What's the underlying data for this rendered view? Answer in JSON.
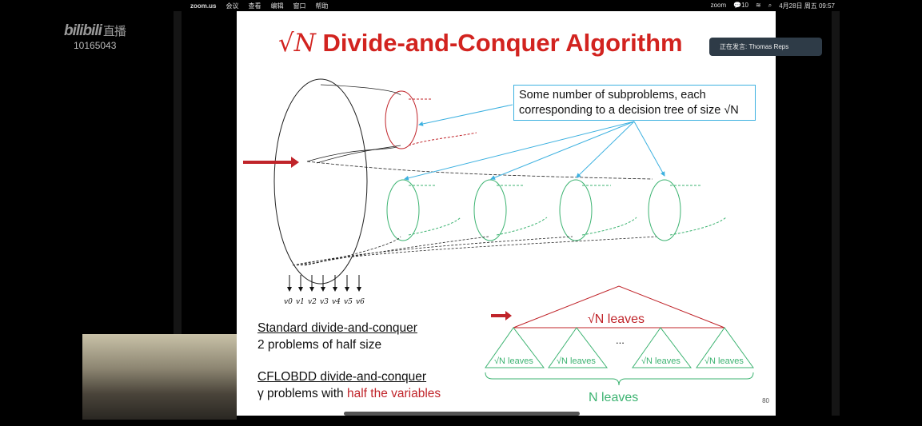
{
  "menubar": {
    "app": "zoom.us",
    "items": [
      "会议",
      "查看",
      "编辑",
      "窗口",
      "帮助"
    ],
    "zoom_label": "zoom",
    "wechat_count": "10",
    "datetime": "4月28日 周五 09:57"
  },
  "bilibili": {
    "logo": "bilibili",
    "live": "直播",
    "room_id": "10165043"
  },
  "speaker": {
    "label": "正在发言: Thomas Reps"
  },
  "slide": {
    "title_sym": "√N",
    "title": "Divide-and-Conquer Algorithm",
    "callout_line1": "Some number of subproblems, each",
    "callout_line2": "corresponding to a decision tree of size √N",
    "vars": [
      "v0",
      "v1",
      "v2",
      "v3",
      "v4",
      "v5",
      "v6"
    ],
    "std_heading": "Standard divide-and-conquer",
    "std_desc": "2 problems of half size",
    "cfl_heading": "CFLOBDD divide-and-conquer",
    "cfl_desc_prefix": "γ problems with ",
    "cfl_desc_red": "half the variables",
    "top_leaves": "√N leaves",
    "sub_leaves": "√N leaves",
    "ellipsis": "...",
    "bottom_leaves": "N leaves",
    "page": "80"
  },
  "colors": {
    "red": "#c0242a",
    "green": "#3cb371",
    "blue": "#3db1e0"
  }
}
